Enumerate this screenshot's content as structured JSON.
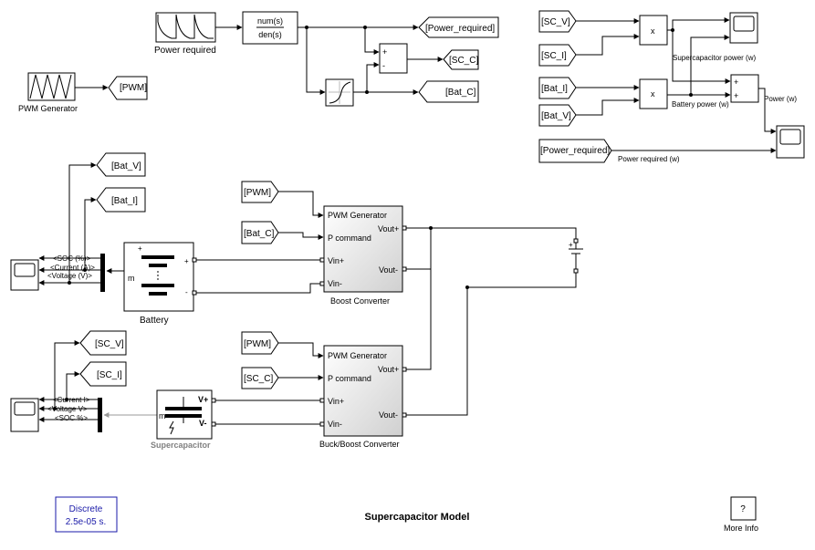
{
  "sources": {
    "power_required": "Power required",
    "pwm_generator": "PWM Generator"
  },
  "tf": {
    "num": "num(s)",
    "den": "den(s)"
  },
  "tags": {
    "power_required": "[Power_required]",
    "sc_c": "[SC_C]",
    "bat_c": "[Bat_C]",
    "pwm": "[PWM]",
    "sc_v": "[SC_V]",
    "sc_i": "[SC_I]",
    "bat_i": "[Bat_I]",
    "bat_v": "[Bat_V]"
  },
  "power_calc": {
    "mult": "x",
    "plus": "+",
    "minus": "-",
    "sc_power": "Supercapacitor power (w)",
    "battery_power": "Battery power (w)",
    "power": "Power (w)",
    "power_required_w": "Power required (w)"
  },
  "battery": {
    "label": "Battery",
    "plus": "+",
    "minus": "-",
    "m": "m",
    "bus": {
      "soc": "<SOC (%)>",
      "current": "<Current (A)>",
      "voltage": "<Voltage (V)>"
    }
  },
  "boost": {
    "label": "Boost Converter",
    "pwm_generator": "PWM Generator",
    "p_command": "P command",
    "vin_plus": "Vin+",
    "vin_minus": "Vin-",
    "vout_plus": "Vout+",
    "vout_minus": "Vout-"
  },
  "buckboost": {
    "label": "Buck/Boost Converter",
    "pwm_generator": "PWM Generator",
    "p_command": "P command",
    "vin_plus": "Vin+",
    "vin_minus": "Vin-",
    "vout_plus": "Vout+",
    "vout_minus": "Vout-"
  },
  "supercapacitor": {
    "label": "Supercapacitor",
    "v_plus": "V+",
    "v_minus": "V-",
    "m": "m",
    "bus": {
      "current": "<Current I>",
      "voltage": "<Voltage V>",
      "soc": "<SOC %>"
    }
  },
  "powergui": {
    "line1": "Discrete",
    "line2": "2.5e-05 s."
  },
  "model_title": "Supercapacitor Model",
  "more_info": {
    "symbol": "?",
    "label": "More Info"
  },
  "colors": {
    "powergui_text": "#1a1aa8",
    "supercap_label": "#808080"
  }
}
